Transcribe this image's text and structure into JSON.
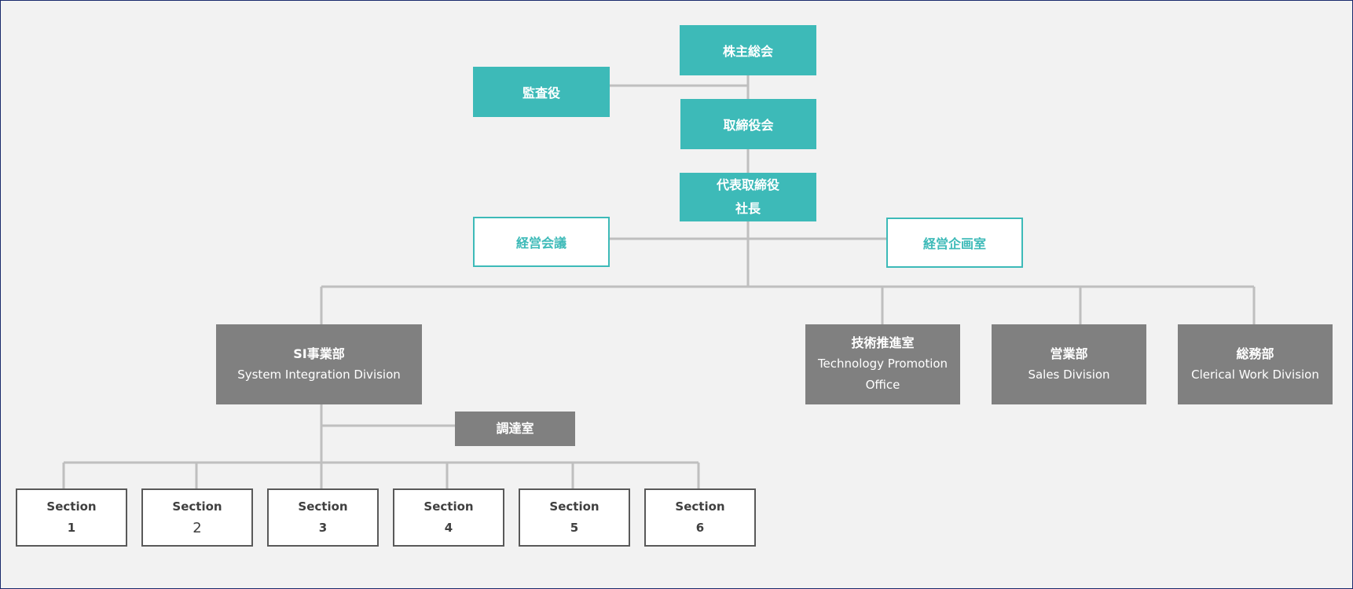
{
  "chart": {
    "shareholders": "株主総会",
    "auditor": "監査役",
    "board": "取締役会",
    "ceo": {
      "line1": "代表取締役",
      "line2": "社長"
    },
    "management_meeting": "経営会議",
    "corporate_planning": "経営企画室",
    "si_division": {
      "ja": "SI事業部",
      "en": "System Integration Division"
    },
    "tech_office": {
      "ja": "技術推進室",
      "en_line1": "Technology Promotion",
      "en_line2": "Office"
    },
    "sales": {
      "ja": "営業部",
      "en": "Sales Division"
    },
    "clerical": {
      "ja": "総務部",
      "en": "Clerical Work Division"
    },
    "procurement": "調達室",
    "sections": [
      {
        "label": "Section",
        "number": "1"
      },
      {
        "label": "Section",
        "number": "2"
      },
      {
        "label": "Section",
        "number": "3"
      },
      {
        "label": "Section",
        "number": "4"
      },
      {
        "label": "Section",
        "number": "5"
      },
      {
        "label": "Section",
        "number": "6"
      }
    ]
  },
  "colors": {
    "teal": "#3dbab8",
    "grey_box": "#808080",
    "connector": "#bfbfbf",
    "background": "#f2f2f2"
  }
}
